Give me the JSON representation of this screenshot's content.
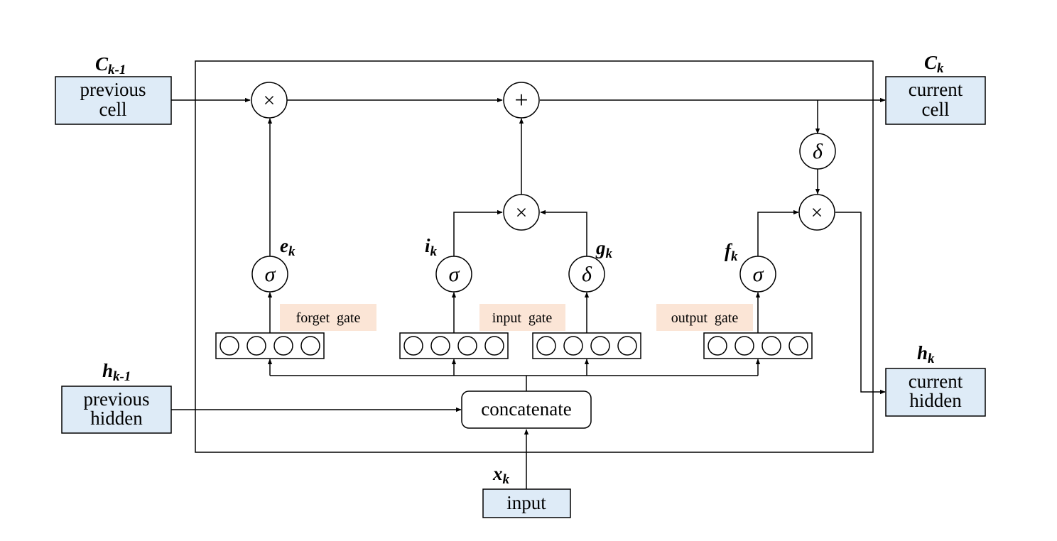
{
  "inputs": {
    "prev_cell": {
      "symbol": "C",
      "subscript": "k-1",
      "line1": "previous",
      "line2": "cell"
    },
    "prev_hidden": {
      "symbol": "h",
      "subscript": "k-1",
      "line1": "previous",
      "line2": "hidden"
    },
    "input": {
      "symbol": "x",
      "subscript": "k",
      "text": "input"
    }
  },
  "outputs": {
    "current_cell": {
      "symbol": "C",
      "subscript": "k",
      "line1": "current",
      "line2": "cell"
    },
    "current_hidden": {
      "symbol": "h",
      "subscript": "k",
      "line1": "current",
      "line2": "hidden"
    }
  },
  "gates": {
    "forget": "forget  gate",
    "input": "input  gate",
    "output": "output  gate"
  },
  "gate_vars": {
    "e": {
      "symbol": "e",
      "subscript": "k"
    },
    "i": {
      "symbol": "i",
      "subscript": "k"
    },
    "g": {
      "symbol": "g",
      "subscript": "k"
    },
    "f": {
      "symbol": "f",
      "subscript": "k"
    }
  },
  "operators": {
    "multiply": "×",
    "add": "+",
    "sigmoid": "σ",
    "delta": "δ"
  },
  "concatenate": "concatenate"
}
